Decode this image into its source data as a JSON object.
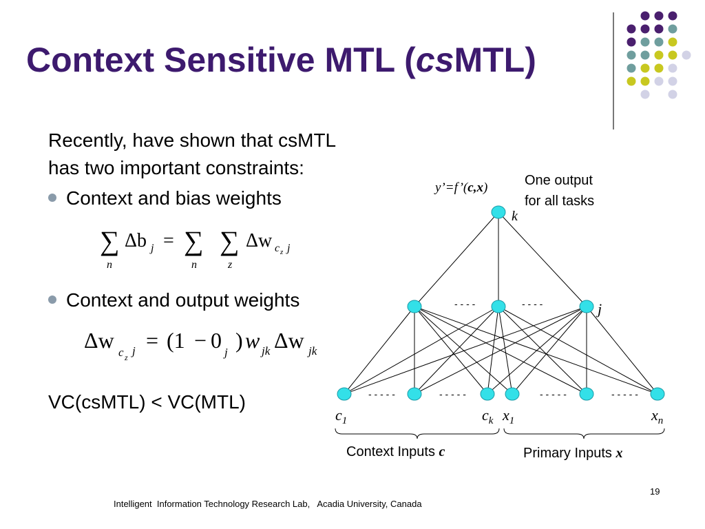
{
  "slide": {
    "title_pre": "Context Sensitive MTL (",
    "title_italic": "cs",
    "title_post": "MTL)",
    "intro_line1": "Recently, have shown that csMTL",
    "intro_line2": "has two important constraints:",
    "bullet1": "Context and bias weights",
    "bullet2": "Context and output weights",
    "vc_text": "VC(csMTL) < VC(MTL)",
    "footer": "Intelligent  Information Technology Research Lab,   Acadia University, Canada",
    "page_number": "19",
    "eq1": {
      "sum": "∑",
      "delta_b": "Δb",
      "j": "j",
      "equals": "=",
      "delta_w": "Δw",
      "cz": "c",
      "z_sub": "z",
      "n": "n",
      "z": "z"
    },
    "eq2": {
      "lhs": "Δw",
      "c": "c",
      "z": "z",
      "j": "j",
      "equals": "=",
      "paren_open": "(1",
      "minus": "−",
      "zero": "0",
      "paren_close": ")",
      "w": "w",
      "jk": "jk",
      "delta_w": "Δw",
      "jk2": "jk"
    }
  },
  "diagram": {
    "output_formula_pre": "y’=f’(",
    "output_formula_bold": "c,x",
    "output_formula_post": ")",
    "output_note_line1": "One output",
    "output_note_line2": "for all tasks",
    "label_k": "k",
    "label_j": "j",
    "label_c1": "c",
    "label_c1_sub": "1",
    "label_ck": "c",
    "label_ck_sub": "k",
    "label_x1": "x",
    "label_x1_sub": "1",
    "label_xn": "x",
    "label_xn_sub": "n",
    "ellipsis": "- - - -",
    "ellipsis_input": "- - - - -",
    "context_label": "Context Inputs ",
    "context_symbol": "c",
    "primary_label": "Primary Inputs ",
    "primary_symbol": "x"
  },
  "colors": {
    "title": "#3d1a6e",
    "node_fill": "#33e0e8",
    "node_stroke": "#1a9aa6",
    "dot_purple": "#4a1f6e",
    "dot_teal": "#6f9e9e",
    "dot_yellow": "#c8c820",
    "dot_lavender": "#d2d2e6"
  }
}
